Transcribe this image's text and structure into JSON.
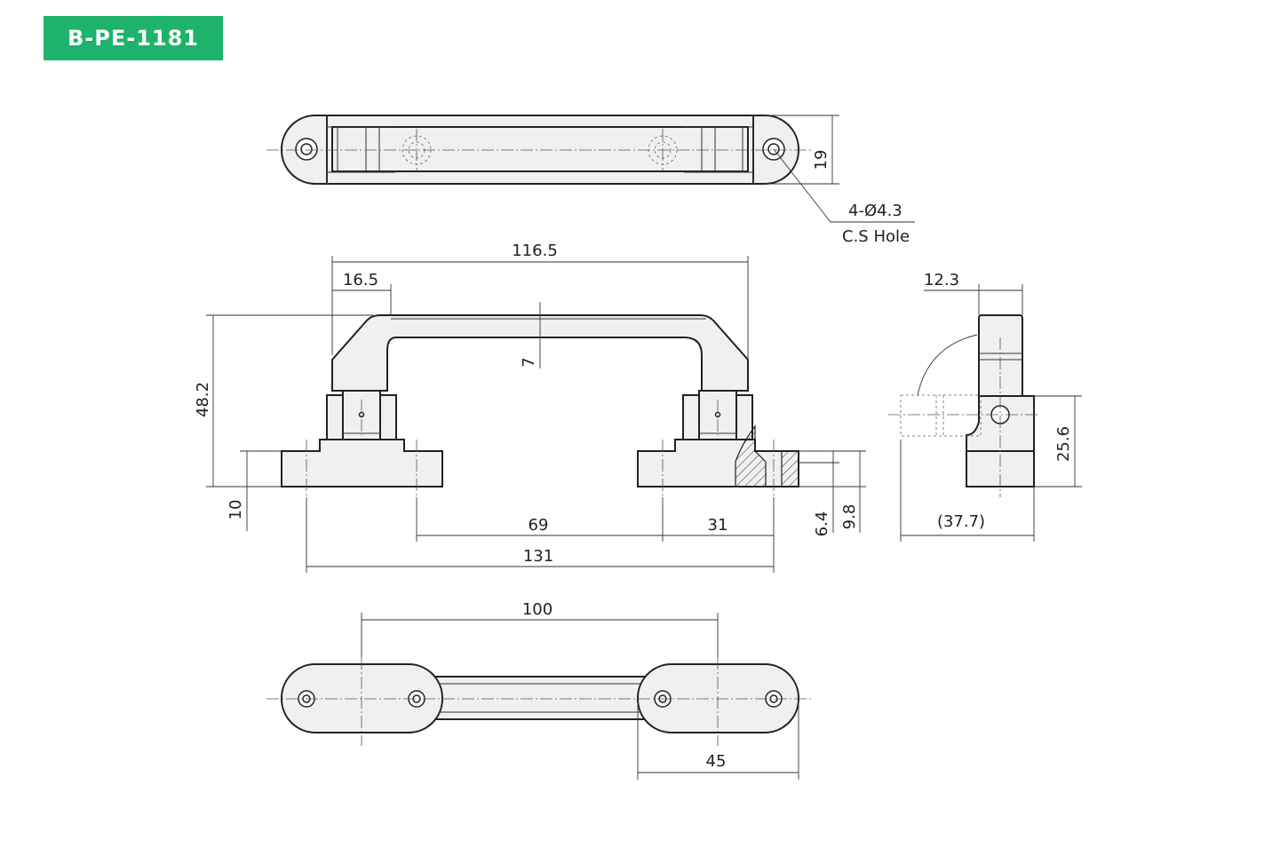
{
  "part_code": "B-PE-1181",
  "colors": {
    "badge": "#1db36b",
    "line": "#222222",
    "fill": "#eef0f2"
  },
  "dimensions": {
    "overall_width": "116.5",
    "grip_offset": "16.5",
    "grip_thickness": "7",
    "total_height": "48.2",
    "base_height": "10",
    "hole_pitch_inner": "69",
    "end_offset": "31",
    "overall_base_length": "131",
    "counterbore_depth": "6.4",
    "base_thickness": "9.8",
    "side_width": "12.3",
    "side_height": "25.6",
    "side_depth_ref": "(37.7)",
    "top_width": "19",
    "bottom_pitch": "100",
    "bottom_end_pitch": "45"
  },
  "hole_note": {
    "line1": "4-Ø4.3",
    "line2": "C.S Hole"
  }
}
